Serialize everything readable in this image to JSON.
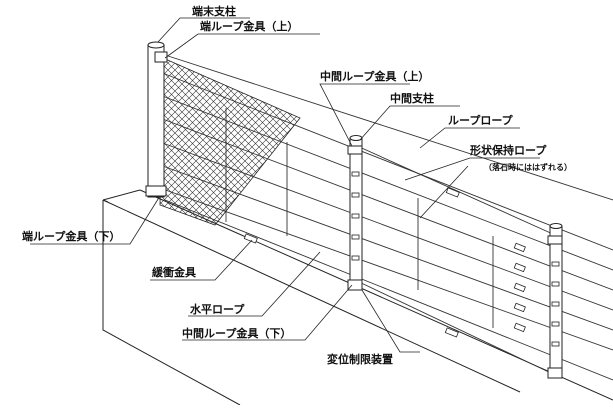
{
  "labels": {
    "end_post": "端末支柱",
    "end_loop_upper": "端ループ金具（上）",
    "mid_loop_upper": "中間ループ金具（上）",
    "mid_post": "中間支柱",
    "loop_rope": "ループロープ",
    "shape_rope": "形状保持ロープ",
    "shape_rope_note": "（落石時にははずれる）",
    "end_loop_lower": "端ループ金具（下）",
    "buffer": "緩衝金具",
    "horizontal_rope": "水平ロープ",
    "mid_loop_lower": "中間ループ金具（下）",
    "displacement": "変位制限装置"
  },
  "colors": {
    "line": "#222222",
    "fill": "#ffffff"
  }
}
